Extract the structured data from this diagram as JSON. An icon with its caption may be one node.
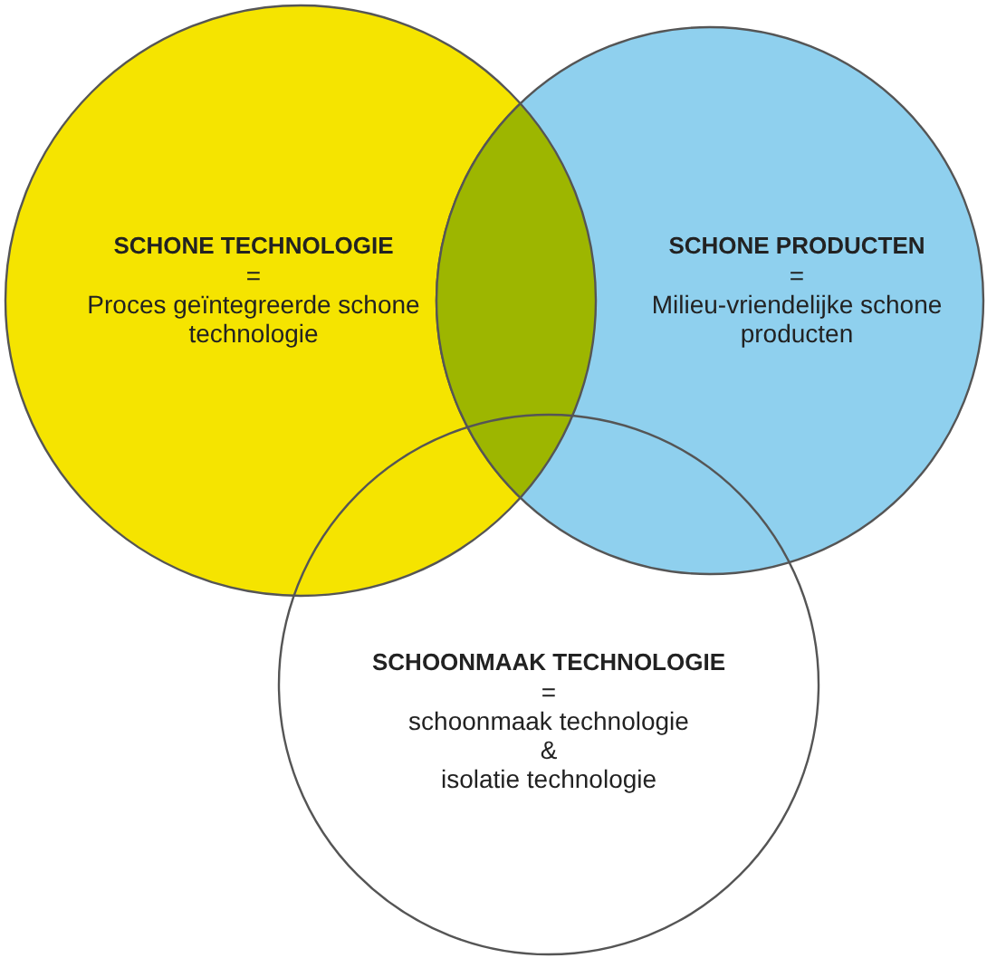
{
  "diagram": {
    "nodes": [
      {
        "text": [
          "SCHONE TECHNOLOGIE",
          "=",
          "Proces geïntegreerde schone technologie"
        ]
      },
      {
        "text": [
          "SCHONE PRODUCTEN",
          "=",
          "Milieu-vriendelijke schone producten"
        ]
      },
      {
        "text": [
          "SCHOONMAAK TECHNOLOGIE",
          "=",
          "schoonmaak technologie",
          "&",
          "isolatie technologie"
        ]
      }
    ],
    "edges": []
  }
}
